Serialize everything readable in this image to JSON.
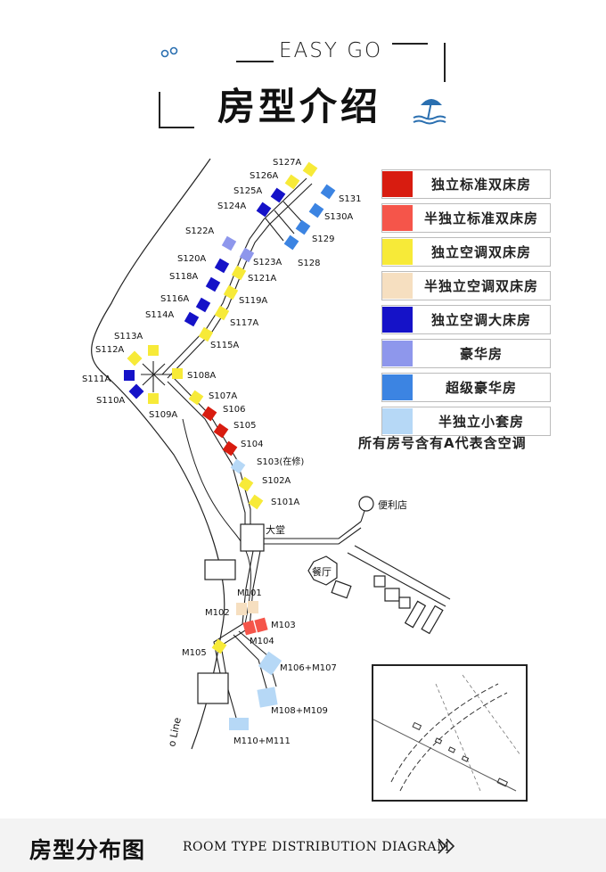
{
  "header": {
    "brand": "EASY GO",
    "title": "房型介绍"
  },
  "legend": {
    "items": [
      {
        "label": "独立标准双床房",
        "color": "#d81c10"
      },
      {
        "label": "半独立标准双床房",
        "color": "#f5554a"
      },
      {
        "label": "独立空调双床房",
        "color": "#f7ea38"
      },
      {
        "label": "半独立空调双床房",
        "color": "#f6dfc0"
      },
      {
        "label": "独立空调大床房",
        "color": "#1512c8"
      },
      {
        "label": "豪华房",
        "color": "#8e97ec"
      },
      {
        "label": "超级豪华房",
        "color": "#3c84e2"
      },
      {
        "label": "半独立小套房",
        "color": "#b6d8f6"
      }
    ],
    "note": "所有房号含有A代表含空调"
  },
  "map": {
    "rooms": [
      {
        "label": "S127A",
        "type": "yellow"
      },
      {
        "label": "S126A",
        "type": "yellow"
      },
      {
        "label": "S125A",
        "type": "navy"
      },
      {
        "label": "S124A",
        "type": "navy"
      },
      {
        "label": "S131",
        "type": "blue"
      },
      {
        "label": "S130A",
        "type": "blue"
      },
      {
        "label": "S129",
        "type": "blue"
      },
      {
        "label": "S128",
        "type": "blue"
      },
      {
        "label": "S122A",
        "type": "lavender"
      },
      {
        "label": "S123A",
        "type": "lavender"
      },
      {
        "label": "S120A",
        "type": "navy"
      },
      {
        "label": "S121A",
        "type": "yellow"
      },
      {
        "label": "S118A",
        "type": "navy"
      },
      {
        "label": "S119A",
        "type": "yellow"
      },
      {
        "label": "S116A",
        "type": "navy"
      },
      {
        "label": "S117A",
        "type": "yellow"
      },
      {
        "label": "S114A",
        "type": "navy"
      },
      {
        "label": "S115A",
        "type": "yellow"
      },
      {
        "label": "S113A",
        "type": "yellow"
      },
      {
        "label": "S112A",
        "type": "yellow"
      },
      {
        "label": "S111A",
        "type": "navy"
      },
      {
        "label": "S110A",
        "type": "navy"
      },
      {
        "label": "S109A",
        "type": "yellow"
      },
      {
        "label": "S108A",
        "type": "yellow"
      },
      {
        "label": "S107A",
        "type": "yellow"
      },
      {
        "label": "S106",
        "type": "red"
      },
      {
        "label": "S105",
        "type": "red"
      },
      {
        "label": "S104",
        "type": "red"
      },
      {
        "label": "S103(在修)",
        "type": "lightblue"
      },
      {
        "label": "S102A",
        "type": "yellow"
      },
      {
        "label": "S101A",
        "type": "yellow"
      },
      {
        "label": "M101",
        "type": "peach"
      },
      {
        "label": "M102",
        "type": "peach"
      },
      {
        "label": "M103",
        "type": "salmon"
      },
      {
        "label": "M104",
        "type": "salmon"
      },
      {
        "label": "M105",
        "type": "yellow"
      },
      {
        "label": "M106+M107",
        "type": "lightblue"
      },
      {
        "label": "M108+M109",
        "type": "lightblue"
      },
      {
        "label": "M110+M111",
        "type": "lightblue"
      }
    ],
    "places": {
      "lobby": "大堂",
      "restaurant": "餐厅",
      "store": "便利店",
      "line": "o Line"
    }
  },
  "footer": {
    "title": "房型分布图",
    "subtitle": "ROOM TYPE DISTRIBUTION DIAGRAM"
  }
}
